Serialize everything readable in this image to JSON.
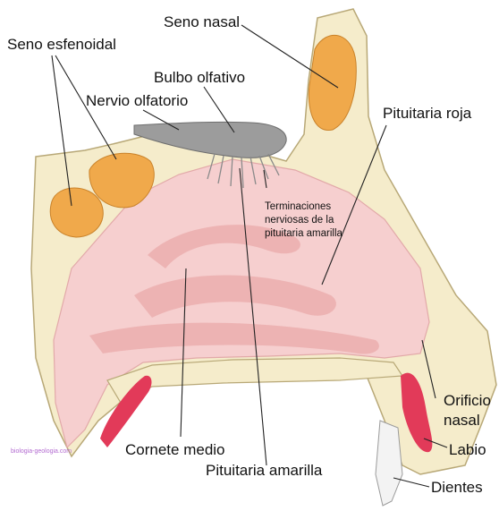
{
  "labels": {
    "seno_nasal": "Seno nasal",
    "seno_esfenoidal": "Seno esfenoidal",
    "bulbo_olfativo": "Bulbo olfativo",
    "nervio_olfatorio": "Nervio olfatorio",
    "pituitaria_roja": "Pituitaria roja",
    "terminaciones_1": "Terminaciones",
    "terminaciones_2": "nerviosas de la",
    "terminaciones_3": "pituitaria amarilla",
    "orificio_1": "Orificio",
    "orificio_2": "nasal",
    "labio": "Labio",
    "dientes": "Dientes",
    "cornete_medio": "Cornete medio",
    "pituitaria_amarilla": "Pituitaria amarilla"
  },
  "watermark": "biologia-geologia.com",
  "colors": {
    "bone": "#f5eccb",
    "bone_outline": "#b8a877",
    "sinus": "#f0a94b",
    "mucosa": "#f6cfcf",
    "mucosa_dark": "#e9aaa9",
    "red_tissue": "#e23a59",
    "olfactory_bulb": "#9c9c9c",
    "line": "#222222"
  }
}
